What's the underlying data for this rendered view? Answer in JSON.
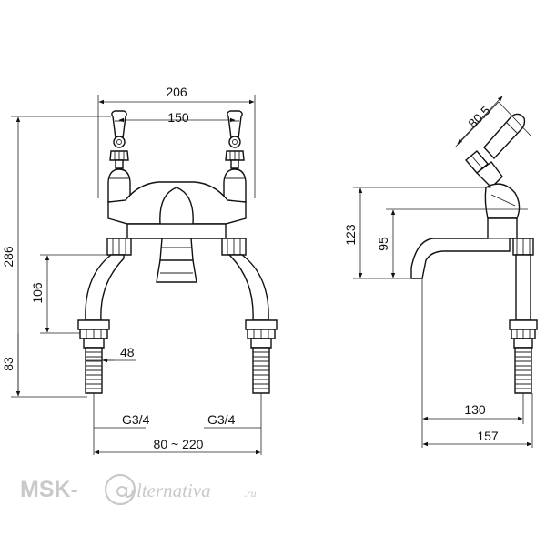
{
  "front_view": {
    "dim_overall_width": "206",
    "dim_handle_spacing": "150",
    "dim_overall_height": "286",
    "dim_leg_height": "106",
    "dim_thread_length": "83",
    "dim_shank_width": "48",
    "thread_left": "G3/4",
    "thread_right": "G3/4",
    "dim_centres_range": "80 ~ 220"
  },
  "side_view": {
    "dim_handle_length": "80.5",
    "dim_height_upper": "123",
    "dim_height_lower": "95",
    "dim_spout_reach": "130",
    "dim_overall_depth": "157"
  },
  "watermark": {
    "brand": "MSK-",
    "script": "lternativa",
    "suffix": ".ru"
  },
  "colors": {
    "line": "#111111",
    "watermark": "#c9c9c9"
  }
}
